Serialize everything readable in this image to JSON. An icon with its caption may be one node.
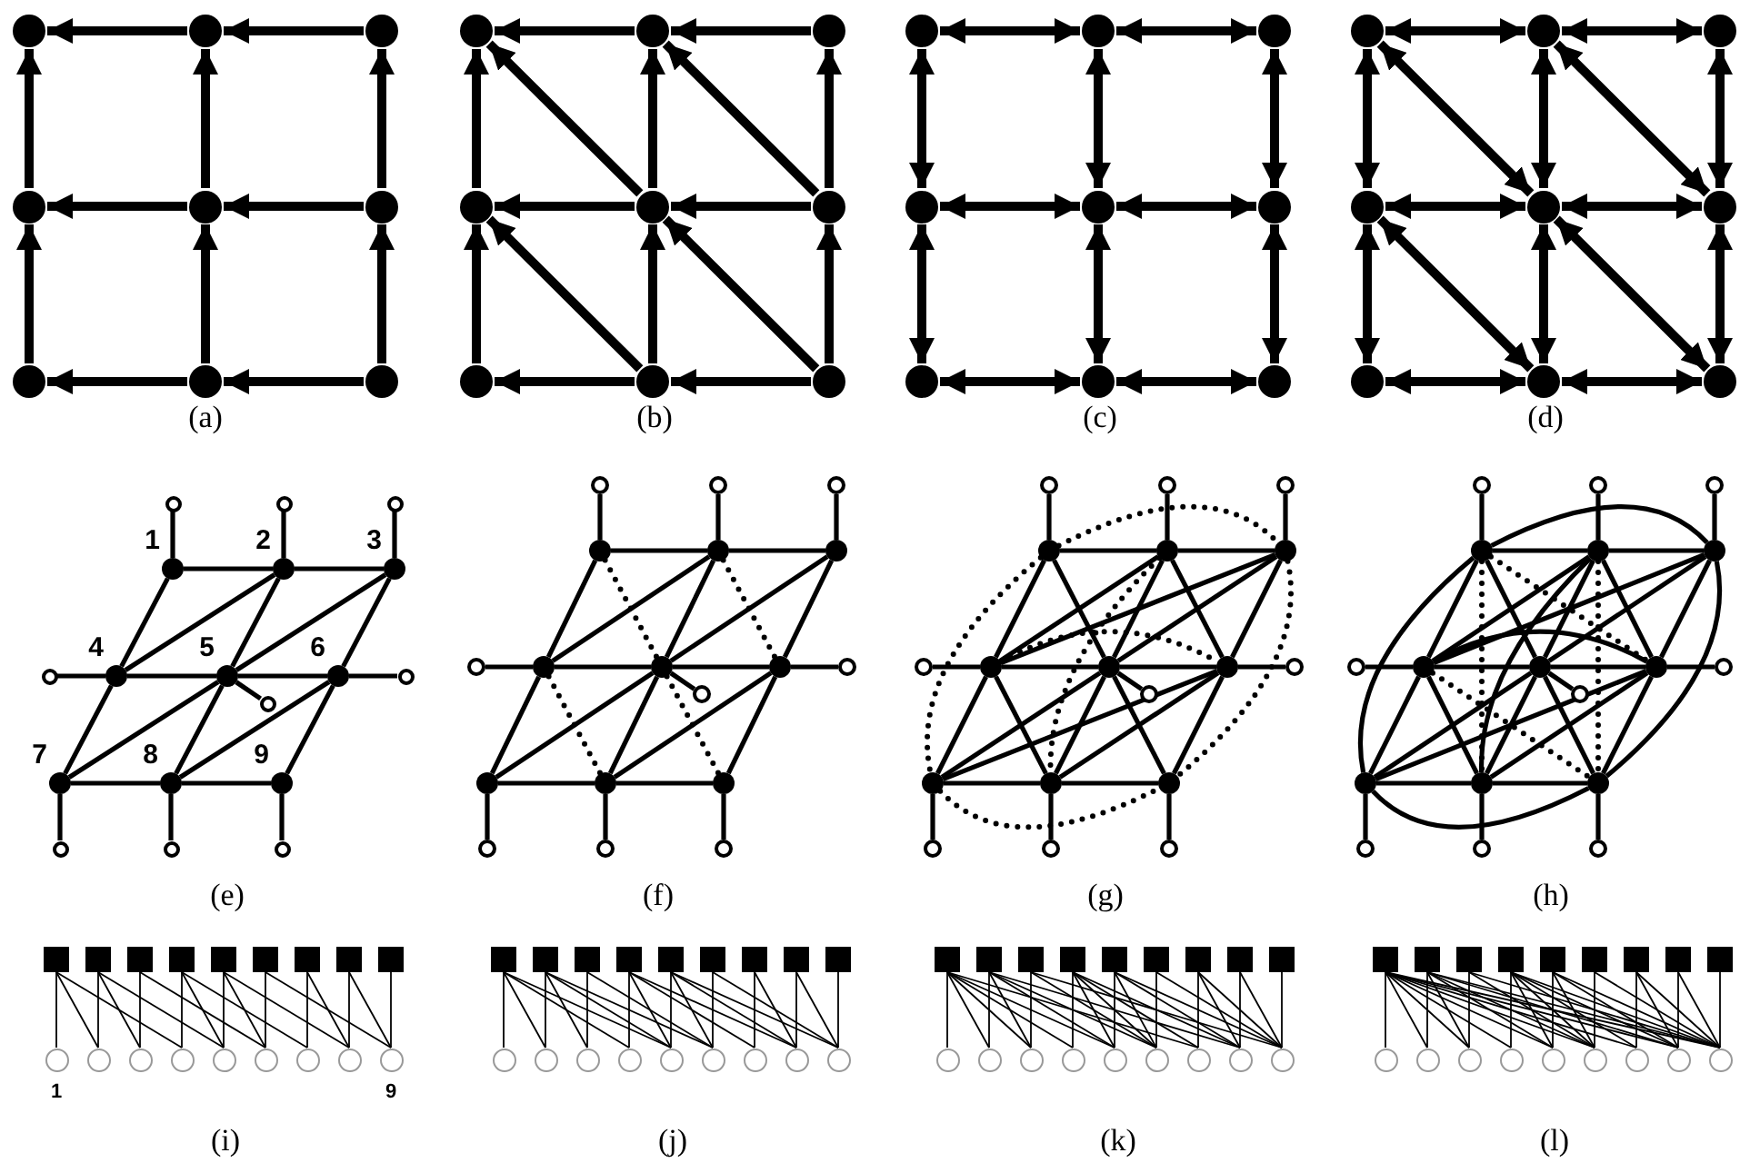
{
  "diagram": {
    "nodes": [
      {
        "text": [],
        "shape": "circle"
      },
      {
        "text": [],
        "shape": "circle"
      },
      {
        "text": [],
        "shape": "circle"
      },
      {
        "text": [],
        "shape": "circle"
      },
      {
        "text": [],
        "shape": "circle"
      },
      {
        "text": [],
        "shape": "circle"
      },
      {
        "text": [],
        "shape": "circle"
      },
      {
        "text": [],
        "shape": "circle"
      },
      {
        "text": [],
        "shape": "circle"
      },
      {
        "text": [],
        "shape": "circle"
      },
      {
        "text": [],
        "shape": "circle"
      },
      {
        "text": [],
        "shape": "circle"
      },
      {
        "text": [],
        "shape": "circle"
      },
      {
        "text": [],
        "shape": "circle"
      },
      {
        "text": [],
        "shape": "circle"
      },
      {
        "text": [],
        "shape": "circle"
      },
      {
        "text": [],
        "shape": "circle"
      },
      {
        "text": [],
        "shape": "circle"
      },
      {
        "text": [],
        "shape": "circle"
      },
      {
        "text": [],
        "shape": "circle"
      },
      {
        "text": [],
        "shape": "circle"
      },
      {
        "text": [],
        "shape": "circle"
      },
      {
        "text": [],
        "shape": "circle"
      },
      {
        "text": [],
        "shape": "circle"
      },
      {
        "text": [],
        "shape": "circle"
      },
      {
        "text": [],
        "shape": "circle"
      },
      {
        "text": [],
        "shape": "circle"
      },
      {
        "text": [],
        "shape": "circle"
      },
      {
        "text": [],
        "shape": "circle"
      },
      {
        "text": [],
        "shape": "circle"
      },
      {
        "text": [],
        "shape": "circle"
      },
      {
        "text": [],
        "shape": "circle"
      },
      {
        "text": [],
        "shape": "circle"
      },
      {
        "text": [],
        "shape": "circle"
      },
      {
        "text": [],
        "shape": "circle"
      },
      {
        "text": [],
        "shape": "circle"
      },
      {
        "text": [],
        "shape": "circle",
        "beside": [
          "1"
        ]
      },
      {
        "text": [],
        "shape": "circle",
        "beside": [
          "2"
        ]
      },
      {
        "text": [],
        "shape": "circle",
        "beside": [
          "3"
        ]
      },
      {
        "text": [],
        "shape": "circle",
        "beside": [
          "4"
        ]
      },
      {
        "text": [],
        "shape": "circle",
        "beside": [
          "5"
        ]
      },
      {
        "text": [],
        "shape": "circle",
        "beside": [
          "6"
        ]
      },
      {
        "text": [],
        "shape": "circle",
        "beside": [
          "7"
        ]
      },
      {
        "text": [],
        "shape": "circle",
        "beside": [
          "8"
        ]
      },
      {
        "text": [],
        "shape": "circle",
        "beside": [
          "9"
        ]
      },
      {
        "text": [],
        "shape": "circle"
      },
      {
        "text": [],
        "shape": "circle"
      },
      {
        "text": [],
        "shape": "circle"
      },
      {
        "text": [],
        "shape": "circle"
      },
      {
        "text": [],
        "shape": "circle"
      },
      {
        "text": [],
        "shape": "circle"
      },
      {
        "text": [],
        "shape": "circle"
      },
      {
        "text": [],
        "shape": "circle"
      },
      {
        "text": [],
        "shape": "circle"
      },
      {
        "text": [],
        "shape": "circle"
      },
      {
        "text": [],
        "shape": "circle"
      },
      {
        "text": [],
        "shape": "circle"
      },
      {
        "text": [],
        "shape": "circle"
      },
      {
        "text": [],
        "shape": "circle"
      },
      {
        "text": [],
        "shape": "circle"
      },
      {
        "text": [],
        "shape": "circle"
      },
      {
        "text": [],
        "shape": "circle"
      },
      {
        "text": [],
        "shape": "circle"
      },
      {
        "text": [],
        "shape": "circle"
      },
      {
        "text": [],
        "shape": "circle"
      },
      {
        "text": [],
        "shape": "circle"
      },
      {
        "text": [],
        "shape": "circle"
      },
      {
        "text": [],
        "shape": "circle"
      },
      {
        "text": [],
        "shape": "circle"
      },
      {
        "text": [],
        "shape": "circle"
      },
      {
        "text": [],
        "shape": "circle"
      },
      {
        "text": [],
        "shape": "circle"
      },
      {
        "text": [],
        "shape": "circle"
      },
      {
        "text": [],
        "shape": "circle"
      },
      {
        "text": [],
        "shape": "circle"
      },
      {
        "text": [],
        "shape": "circle"
      },
      {
        "text": [],
        "shape": "circle"
      },
      {
        "text": [],
        "shape": "circle"
      },
      {
        "text": [],
        "shape": "circle"
      },
      {
        "text": [],
        "shape": "circle"
      },
      {
        "text": [],
        "shape": "circle"
      },
      {
        "text": [],
        "shape": "circle"
      },
      {
        "text": [],
        "shape": "circle"
      },
      {
        "text": [],
        "shape": "circle"
      },
      {
        "text": [],
        "shape": "circle"
      },
      {
        "text": [],
        "shape": "circle"
      },
      {
        "text": [],
        "shape": "circle"
      },
      {
        "text": [],
        "shape": "circle"
      },
      {
        "text": [],
        "shape": "circle"
      },
      {
        "text": [],
        "shape": "circle"
      },
      {
        "text": [],
        "shape": "circle"
      },
      {
        "text": [],
        "shape": "circle"
      },
      {
        "text": [],
        "shape": "circle"
      },
      {
        "text": [],
        "shape": "circle"
      },
      {
        "text": [],
        "shape": "circle"
      },
      {
        "text": [],
        "shape": "circle"
      },
      {
        "text": [],
        "shape": "circle"
      },
      {
        "text": [],
        "shape": "circle"
      },
      {
        "text": [],
        "shape": "circle"
      },
      {
        "text": [],
        "shape": "circle"
      },
      {
        "text": [],
        "shape": "circle"
      },
      {
        "text": [],
        "shape": "circle"
      },
      {
        "text": [],
        "shape": "circle"
      },
      {
        "text": [],
        "shape": "circle"
      },
      {
        "text": [],
        "shape": "circle"
      },
      {
        "text": [],
        "shape": "circle"
      },
      {
        "text": [],
        "shape": "circle"
      },
      {
        "text": [],
        "shape": "circle"
      },
      {
        "text": [],
        "shape": "box"
      },
      {
        "text": [],
        "shape": "box"
      },
      {
        "text": [],
        "shape": "box"
      },
      {
        "text": [],
        "shape": "box"
      },
      {
        "text": [],
        "shape": "box"
      },
      {
        "text": [],
        "shape": "box"
      },
      {
        "text": [],
        "shape": "box"
      },
      {
        "text": [],
        "shape": "box"
      },
      {
        "text": [],
        "shape": "box"
      },
      {
        "text": [],
        "shape": "circle",
        "beside": [
          "1"
        ]
      },
      {
        "text": [],
        "shape": "circle"
      },
      {
        "text": [],
        "shape": "circle"
      },
      {
        "text": [],
        "shape": "circle"
      },
      {
        "text": [],
        "shape": "circle"
      },
      {
        "text": [],
        "shape": "circle"
      },
      {
        "text": [],
        "shape": "circle"
      },
      {
        "text": [],
        "shape": "circle"
      },
      {
        "text": [],
        "shape": "circle",
        "beside": [
          "9"
        ]
      },
      {
        "text": [],
        "shape": "box"
      },
      {
        "text": [],
        "shape": "box"
      },
      {
        "text": [],
        "shape": "box"
      },
      {
        "text": [],
        "shape": "box"
      },
      {
        "text": [],
        "shape": "box"
      },
      {
        "text": [],
        "shape": "box"
      },
      {
        "text": [],
        "shape": "box"
      },
      {
        "text": [],
        "shape": "box"
      },
      {
        "text": [],
        "shape": "box"
      },
      {
        "text": [],
        "shape": "circle"
      },
      {
        "text": [],
        "shape": "circle"
      },
      {
        "text": [],
        "shape": "circle"
      },
      {
        "text": [],
        "shape": "circle"
      },
      {
        "text": [],
        "shape": "circle"
      },
      {
        "text": [],
        "shape": "circle"
      },
      {
        "text": [],
        "shape": "circle"
      },
      {
        "text": [],
        "shape": "circle"
      },
      {
        "text": [],
        "shape": "circle"
      },
      {
        "text": [],
        "shape": "box"
      },
      {
        "text": [],
        "shape": "box"
      },
      {
        "text": [],
        "shape": "box"
      },
      {
        "text": [],
        "shape": "box"
      },
      {
        "text": [],
        "shape": "box"
      },
      {
        "text": [],
        "shape": "box"
      },
      {
        "text": [],
        "shape": "box"
      },
      {
        "text": [],
        "shape": "box"
      },
      {
        "text": [],
        "shape": "box"
      },
      {
        "text": [],
        "shape": "circle"
      },
      {
        "text": [],
        "shape": "circle"
      },
      {
        "text": [],
        "shape": "circle"
      },
      {
        "text": [],
        "shape": "circle"
      },
      {
        "text": [],
        "shape": "circle"
      },
      {
        "text": [],
        "shape": "circle"
      },
      {
        "text": [],
        "shape": "circle"
      },
      {
        "text": [],
        "shape": "circle"
      },
      {
        "text": [],
        "shape": "circle"
      },
      {
        "text": [],
        "shape": "box"
      },
      {
        "text": [],
        "shape": "box"
      },
      {
        "text": [],
        "shape": "box"
      },
      {
        "text": [],
        "shape": "box"
      },
      {
        "text": [],
        "shape": "box"
      },
      {
        "text": [],
        "shape": "box"
      },
      {
        "text": [],
        "shape": "box"
      },
      {
        "text": [],
        "shape": "box"
      },
      {
        "text": [],
        "shape": "box"
      },
      {
        "text": [],
        "shape": "circle"
      },
      {
        "text": [],
        "shape": "circle"
      },
      {
        "text": [],
        "shape": "circle"
      },
      {
        "text": [],
        "shape": "circle"
      },
      {
        "text": [],
        "shape": "circle"
      },
      {
        "text": [],
        "shape": "circle"
      },
      {
        "text": [],
        "shape": "circle"
      },
      {
        "text": [],
        "shape": "circle"
      },
      {
        "text": [],
        "shape": "circle"
      }
    ],
    "edges": [
      {
        "from": 1,
        "to": 0,
        "arrow": "to",
        "style": "thick"
      },
      {
        "from": 2,
        "to": 1,
        "arrow": "to",
        "style": "thick"
      },
      {
        "from": 4,
        "to": 3,
        "arrow": "to",
        "style": "thick"
      },
      {
        "from": 5,
        "to": 4,
        "arrow": "to",
        "style": "thick"
      },
      {
        "from": 7,
        "to": 6,
        "arrow": "to",
        "style": "thick"
      },
      {
        "from": 8,
        "to": 7,
        "arrow": "to",
        "style": "thick"
      },
      {
        "from": 3,
        "to": 0,
        "arrow": "to",
        "style": "thick"
      },
      {
        "from": 6,
        "to": 3,
        "arrow": "to",
        "style": "thick"
      },
      {
        "from": 4,
        "to": 1,
        "arrow": "to",
        "style": "thick"
      },
      {
        "from": 7,
        "to": 4,
        "arrow": "to",
        "style": "thick"
      },
      {
        "from": 5,
        "to": 2,
        "arrow": "to",
        "style": "thick"
      },
      {
        "from": 8,
        "to": 5,
        "arrow": "to",
        "style": "thick"
      },
      {
        "from": 10,
        "to": 9,
        "arrow": "to",
        "style": "thick"
      },
      {
        "from": 11,
        "to": 10,
        "arrow": "to",
        "style": "thick"
      },
      {
        "from": 13,
        "to": 12,
        "arrow": "to",
        "style": "thick"
      },
      {
        "from": 14,
        "to": 13,
        "arrow": "to",
        "style": "thick"
      },
      {
        "from": 16,
        "to": 15,
        "arrow": "to",
        "style": "thick"
      },
      {
        "from": 17,
        "to": 16,
        "arrow": "to",
        "style": "thick"
      },
      {
        "from": 12,
        "to": 9,
        "arrow": "to",
        "style": "thick"
      },
      {
        "from": 15,
        "to": 12,
        "arrow": "to",
        "style": "thick"
      },
      {
        "from": 13,
        "to": 10,
        "arrow": "to",
        "style": "thick"
      },
      {
        "from": 16,
        "to": 13,
        "arrow": "to",
        "style": "thick"
      },
      {
        "from": 14,
        "to": 11,
        "arrow": "to",
        "style": "thick"
      },
      {
        "from": 17,
        "to": 14,
        "arrow": "to",
        "style": "thick"
      },
      {
        "from": 13,
        "to": 9,
        "arrow": "to",
        "style": "thick"
      },
      {
        "from": 14,
        "to": 10,
        "arrow": "to",
        "style": "thick"
      },
      {
        "from": 16,
        "to": 12,
        "arrow": "to",
        "style": "thick"
      },
      {
        "from": 17,
        "to": 13,
        "arrow": "to",
        "style": "thick"
      },
      {
        "from": 18,
        "to": 19,
        "arrow": "both",
        "style": "thick"
      },
      {
        "from": 19,
        "to": 20,
        "arrow": "both",
        "style": "thick"
      },
      {
        "from": 21,
        "to": 22,
        "arrow": "both",
        "style": "thick"
      },
      {
        "from": 22,
        "to": 23,
        "arrow": "both",
        "style": "thick"
      },
      {
        "from": 24,
        "to": 25,
        "arrow": "both",
        "style": "thick"
      },
      {
        "from": 25,
        "to": 26,
        "arrow": "both",
        "style": "thick"
      },
      {
        "from": 18,
        "to": 21,
        "arrow": "both",
        "style": "thick"
      },
      {
        "from": 21,
        "to": 24,
        "arrow": "both",
        "style": "thick"
      },
      {
        "from": 19,
        "to": 22,
        "arrow": "both",
        "style": "thick"
      },
      {
        "from": 22,
        "to": 25,
        "arrow": "both",
        "style": "thick"
      },
      {
        "from": 20,
        "to": 23,
        "arrow": "both",
        "style": "thick"
      },
      {
        "from": 23,
        "to": 26,
        "arrow": "both",
        "style": "thick"
      },
      {
        "from": 27,
        "to": 28,
        "arrow": "both",
        "style": "thick"
      },
      {
        "from": 28,
        "to": 29,
        "arrow": "both",
        "style": "thick"
      },
      {
        "from": 30,
        "to": 31,
        "arrow": "both",
        "style": "thick"
      },
      {
        "from": 31,
        "to": 32,
        "arrow": "both",
        "style": "thick"
      },
      {
        "from": 33,
        "to": 34,
        "arrow": "both",
        "style": "thick"
      },
      {
        "from": 34,
        "to": 35,
        "arrow": "both",
        "style": "thick"
      },
      {
        "from": 27,
        "to": 30,
        "arrow": "both",
        "style": "thick"
      },
      {
        "from": 30,
        "to": 33,
        "arrow": "both",
        "style": "thick"
      },
      {
        "from": 28,
        "to": 31,
        "arrow": "both",
        "style": "thick"
      },
      {
        "from": 31,
        "to": 34,
        "arrow": "both",
        "style": "thick"
      },
      {
        "from": 29,
        "to": 32,
        "arrow": "both",
        "style": "thick"
      },
      {
        "from": 32,
        "to": 35,
        "arrow": "both",
        "style": "thick"
      },
      {
        "from": 27,
        "to": 31,
        "arrow": "both",
        "style": "thick"
      },
      {
        "from": 28,
        "to": 32,
        "arrow": "both",
        "style": "thick"
      },
      {
        "from": 30,
        "to": 34,
        "arrow": "both",
        "style": "thick"
      },
      {
        "from": 31,
        "to": 35,
        "arrow": "both",
        "style": "thick"
      },
      {
        "from": 36,
        "to": 37,
        "arrow": "none"
      },
      {
        "from": 37,
        "to": 38,
        "arrow": "none"
      },
      {
        "from": 39,
        "to": 40,
        "arrow": "none"
      },
      {
        "from": 40,
        "to": 41,
        "arrow": "none"
      },
      {
        "from": 42,
        "to": 43,
        "arrow": "none"
      },
      {
        "from": 43,
        "to": 44,
        "arrow": "none"
      },
      {
        "from": 36,
        "to": 39,
        "arrow": "none"
      },
      {
        "from": 39,
        "to": 42,
        "arrow": "none"
      },
      {
        "from": 37,
        "to": 40,
        "arrow": "none"
      },
      {
        "from": 40,
        "to": 43,
        "arrow": "none"
      },
      {
        "from": 38,
        "to": 41,
        "arrow": "none"
      },
      {
        "from": 41,
        "to": 44,
        "arrow": "none"
      },
      {
        "from": 37,
        "to": 39,
        "arrow": "none"
      },
      {
        "from": 38,
        "to": 40,
        "arrow": "none"
      },
      {
        "from": 40,
        "to": 42,
        "arrow": "none"
      },
      {
        "from": 41,
        "to": 43,
        "arrow": "none"
      },
      {
        "from": 36,
        "to": 45,
        "arrow": "none"
      },
      {
        "from": 37,
        "to": 46,
        "arrow": "none"
      },
      {
        "from": 38,
        "to": 47,
        "arrow": "none"
      },
      {
        "from": 39,
        "to": 48,
        "arrow": "none"
      },
      {
        "from": 40,
        "to": 49,
        "arrow": "none"
      },
      {
        "from": 41,
        "to": 50,
        "arrow": "none"
      },
      {
        "from": 42,
        "to": 51,
        "arrow": "none"
      },
      {
        "from": 43,
        "to": 52,
        "arrow": "none"
      },
      {
        "from": 44,
        "to": 53,
        "arrow": "none"
      },
      {
        "from": 54,
        "to": 55,
        "arrow": "none"
      },
      {
        "from": 55,
        "to": 56,
        "arrow": "none"
      },
      {
        "from": 57,
        "to": 58,
        "arrow": "none"
      },
      {
        "from": 58,
        "to": 59,
        "arrow": "none"
      },
      {
        "from": 60,
        "to": 61,
        "arrow": "none"
      },
      {
        "from": 61,
        "to": 62,
        "arrow": "none"
      },
      {
        "from": 54,
        "to": 57,
        "arrow": "none"
      },
      {
        "from": 57,
        "to": 60,
        "arrow": "none"
      },
      {
        "from": 55,
        "to": 58,
        "arrow": "none"
      },
      {
        "from": 58,
        "to": 61,
        "arrow": "none"
      },
      {
        "from": 56,
        "to": 59,
        "arrow": "none"
      },
      {
        "from": 59,
        "to": 62,
        "arrow": "none"
      },
      {
        "from": 55,
        "to": 57,
        "arrow": "none"
      },
      {
        "from": 56,
        "to": 58,
        "arrow": "none"
      },
      {
        "from": 58,
        "to": 60,
        "arrow": "none"
      },
      {
        "from": 59,
        "to": 61,
        "arrow": "none"
      },
      {
        "from": 54,
        "to": 58,
        "arrow": "none",
        "style": "dashed"
      },
      {
        "from": 55,
        "to": 59,
        "arrow": "none",
        "style": "dashed"
      },
      {
        "from": 57,
        "to": 61,
        "arrow": "none",
        "style": "dashed"
      },
      {
        "from": 58,
        "to": 62,
        "arrow": "none",
        "style": "dashed"
      },
      {
        "from": 54,
        "to": 63,
        "arrow": "none"
      },
      {
        "from": 55,
        "to": 64,
        "arrow": "none"
      },
      {
        "from": 56,
        "to": 65,
        "arrow": "none"
      },
      {
        "from": 57,
        "to": 66,
        "arrow": "none"
      },
      {
        "from": 58,
        "to": 67,
        "arrow": "none"
      },
      {
        "from": 59,
        "to": 68,
        "arrow": "none"
      },
      {
        "from": 60,
        "to": 69,
        "arrow": "none"
      },
      {
        "from": 61,
        "to": 70,
        "arrow": "none"
      },
      {
        "from": 62,
        "to": 71,
        "arrow": "none"
      },
      {
        "from": 72,
        "to": 73,
        "arrow": "none"
      },
      {
        "from": 73,
        "to": 74,
        "arrow": "none"
      },
      {
        "from": 75,
        "to": 76,
        "arrow": "none"
      },
      {
        "from": 76,
        "to": 77,
        "arrow": "none"
      },
      {
        "from": 78,
        "to": 79,
        "arrow": "none"
      },
      {
        "from": 79,
        "to": 80,
        "arrow": "none"
      },
      {
        "from": 72,
        "to": 75,
        "arrow": "none"
      },
      {
        "from": 75,
        "to": 78,
        "arrow": "none"
      },
      {
        "from": 73,
        "to": 76,
        "arrow": "none"
      },
      {
        "from": 76,
        "to": 79,
        "arrow": "none"
      },
      {
        "from": 74,
        "to": 77,
        "arrow": "none"
      },
      {
        "from": 77,
        "to": 80,
        "arrow": "none"
      },
      {
        "from": 73,
        "to": 75,
        "arrow": "none"
      },
      {
        "from": 74,
        "to": 76,
        "arrow": "none"
      },
      {
        "from": 76,
        "to": 78,
        "arrow": "none"
      },
      {
        "from": 77,
        "to": 79,
        "arrow": "none"
      },
      {
        "from": 72,
        "to": 76,
        "arrow": "none"
      },
      {
        "from": 73,
        "to": 77,
        "arrow": "none"
      },
      {
        "from": 75,
        "to": 79,
        "arrow": "none"
      },
      {
        "from": 76,
        "to": 80,
        "arrow": "none"
      },
      {
        "from": 74,
        "to": 75,
        "arrow": "none"
      },
      {
        "from": 77,
        "to": 78,
        "arrow": "none"
      },
      {
        "from": 72,
        "to": 74,
        "arrow": "none",
        "style": "dashed"
      },
      {
        "from": 78,
        "to": 80,
        "arrow": "none",
        "style": "dashed"
      },
      {
        "from": 72,
        "to": 78,
        "arrow": "none",
        "style": "dashed"
      },
      {
        "from": 74,
        "to": 80,
        "arrow": "none",
        "style": "dashed"
      },
      {
        "from": 73,
        "to": 79,
        "arrow": "none",
        "style": "dashed"
      },
      {
        "from": 75,
        "to": 77,
        "arrow": "none",
        "style": "dashed"
      },
      {
        "from": 72,
        "to": 81,
        "arrow": "none"
      },
      {
        "from": 73,
        "to": 82,
        "arrow": "none"
      },
      {
        "from": 74,
        "to": 83,
        "arrow": "none"
      },
      {
        "from": 75,
        "to": 84,
        "arrow": "none"
      },
      {
        "from": 76,
        "to": 85,
        "arrow": "none"
      },
      {
        "from": 77,
        "to": 86,
        "arrow": "none"
      },
      {
        "from": 78,
        "to": 87,
        "arrow": "none"
      },
      {
        "from": 79,
        "to": 88,
        "arrow": "none"
      },
      {
        "from": 80,
        "to": 89,
        "arrow": "none"
      },
      {
        "from": 90,
        "to": 91,
        "arrow": "none"
      },
      {
        "from": 91,
        "to": 92,
        "arrow": "none"
      },
      {
        "from": 93,
        "to": 94,
        "arrow": "none"
      },
      {
        "from": 94,
        "to": 95,
        "arrow": "none"
      },
      {
        "from": 96,
        "to": 97,
        "arrow": "none"
      },
      {
        "from": 97,
        "to": 98,
        "arrow": "none"
      },
      {
        "from": 90,
        "to": 93,
        "arrow": "none"
      },
      {
        "from": 93,
        "to": 96,
        "arrow": "none"
      },
      {
        "from": 91,
        "to": 94,
        "arrow": "none"
      },
      {
        "from": 94,
        "to": 97,
        "arrow": "none"
      },
      {
        "from": 92,
        "to": 95,
        "arrow": "none"
      },
      {
        "from": 95,
        "to": 98,
        "arrow": "none"
      },
      {
        "from": 91,
        "to": 93,
        "arrow": "none"
      },
      {
        "from": 92,
        "to": 94,
        "arrow": "none"
      },
      {
        "from": 94,
        "to": 96,
        "arrow": "none"
      },
      {
        "from": 95,
        "to": 97,
        "arrow": "none"
      },
      {
        "from": 90,
        "to": 94,
        "arrow": "none"
      },
      {
        "from": 91,
        "to": 95,
        "arrow": "none"
      },
      {
        "from": 93,
        "to": 97,
        "arrow": "none"
      },
      {
        "from": 94,
        "to": 98,
        "arrow": "none"
      },
      {
        "from": 92,
        "to": 93,
        "arrow": "none"
      },
      {
        "from": 95,
        "to": 96,
        "arrow": "none"
      },
      {
        "from": 90,
        "to": 92,
        "arrow": "none"
      },
      {
        "from": 96,
        "to": 98,
        "arrow": "none"
      },
      {
        "from": 90,
        "to": 96,
        "arrow": "none"
      },
      {
        "from": 92,
        "to": 98,
        "arrow": "none"
      },
      {
        "from": 91,
        "to": 97,
        "arrow": "none"
      },
      {
        "from": 93,
        "to": 95,
        "arrow": "none"
      },
      {
        "from": 90,
        "to": 97,
        "arrow": "none",
        "style": "dashed"
      },
      {
        "from": 91,
        "to": 98,
        "arrow": "none",
        "style": "dashed"
      },
      {
        "from": 90,
        "to": 95,
        "arrow": "none",
        "style": "dashed"
      },
      {
        "from": 93,
        "to": 98,
        "arrow": "none",
        "style": "dashed"
      },
      {
        "from": 90,
        "to": 99,
        "arrow": "none"
      },
      {
        "from": 91,
        "to": 100,
        "arrow": "none"
      },
      {
        "from": 92,
        "to": 101,
        "arrow": "none"
      },
      {
        "from": 93,
        "to": 102,
        "arrow": "none"
      },
      {
        "from": 94,
        "to": 103,
        "arrow": "none"
      },
      {
        "from": 95,
        "to": 104,
        "arrow": "none"
      },
      {
        "from": 96,
        "to": 105,
        "arrow": "none"
      },
      {
        "from": 97,
        "to": 106,
        "arrow": "none"
      },
      {
        "from": 98,
        "to": 107,
        "arrow": "none"
      },
      {
        "from": 108,
        "to": 117,
        "arrow": "none"
      },
      {
        "from": 108,
        "to": 118,
        "arrow": "none"
      },
      {
        "from": 108,
        "to": 120,
        "arrow": "none"
      },
      {
        "from": 109,
        "to": 118,
        "arrow": "none"
      },
      {
        "from": 109,
        "to": 119,
        "arrow": "none"
      },
      {
        "from": 109,
        "to": 121,
        "arrow": "none"
      },
      {
        "from": 110,
        "to": 119,
        "arrow": "none"
      },
      {
        "from": 110,
        "to": 122,
        "arrow": "none"
      },
      {
        "from": 111,
        "to": 120,
        "arrow": "none"
      },
      {
        "from": 111,
        "to": 121,
        "arrow": "none"
      },
      {
        "from": 111,
        "to": 123,
        "arrow": "none"
      },
      {
        "from": 112,
        "to": 121,
        "arrow": "none"
      },
      {
        "from": 112,
        "to": 122,
        "arrow": "none"
      },
      {
        "from": 112,
        "to": 124,
        "arrow": "none"
      },
      {
        "from": 113,
        "to": 122,
        "arrow": "none"
      },
      {
        "from": 113,
        "to": 125,
        "arrow": "none"
      },
      {
        "from": 114,
        "to": 123,
        "arrow": "none"
      },
      {
        "from": 114,
        "to": 124,
        "arrow": "none"
      },
      {
        "from": 115,
        "to": 124,
        "arrow": "none"
      },
      {
        "from": 115,
        "to": 125,
        "arrow": "none"
      },
      {
        "from": 116,
        "to": 125,
        "arrow": "none"
      },
      {
        "from": 126,
        "to": 135,
        "arrow": "none"
      },
      {
        "from": 126,
        "to": 136,
        "arrow": "none"
      },
      {
        "from": 126,
        "to": 138,
        "arrow": "none"
      },
      {
        "from": 126,
        "to": 139,
        "arrow": "none"
      },
      {
        "from": 127,
        "to": 136,
        "arrow": "none"
      },
      {
        "from": 127,
        "to": 137,
        "arrow": "none"
      },
      {
        "from": 127,
        "to": 139,
        "arrow": "none"
      },
      {
        "from": 127,
        "to": 140,
        "arrow": "none"
      },
      {
        "from": 128,
        "to": 137,
        "arrow": "none"
      },
      {
        "from": 128,
        "to": 140,
        "arrow": "none"
      },
      {
        "from": 129,
        "to": 138,
        "arrow": "none"
      },
      {
        "from": 129,
        "to": 139,
        "arrow": "none"
      },
      {
        "from": 129,
        "to": 141,
        "arrow": "none"
      },
      {
        "from": 129,
        "to": 142,
        "arrow": "none"
      },
      {
        "from": 130,
        "to": 139,
        "arrow": "none"
      },
      {
        "from": 130,
        "to": 140,
        "arrow": "none"
      },
      {
        "from": 130,
        "to": 142,
        "arrow": "none"
      },
      {
        "from": 130,
        "to": 143,
        "arrow": "none"
      },
      {
        "from": 131,
        "to": 140,
        "arrow": "none"
      },
      {
        "from": 131,
        "to": 143,
        "arrow": "none"
      },
      {
        "from": 132,
        "to": 141,
        "arrow": "none"
      },
      {
        "from": 132,
        "to": 142,
        "arrow": "none"
      },
      {
        "from": 133,
        "to": 142,
        "arrow": "none"
      },
      {
        "from": 133,
        "to": 143,
        "arrow": "none"
      },
      {
        "from": 134,
        "to": 143,
        "arrow": "none"
      },
      {
        "from": 144,
        "to": 153,
        "arrow": "none"
      },
      {
        "from": 144,
        "to": 154,
        "arrow": "none"
      },
      {
        "from": 144,
        "to": 155,
        "arrow": "none"
      },
      {
        "from": 144,
        "to": 156,
        "arrow": "none"
      },
      {
        "from": 144,
        "to": 157,
        "arrow": "none"
      },
      {
        "from": 144,
        "to": 159,
        "arrow": "none"
      },
      {
        "from": 145,
        "to": 154,
        "arrow": "none"
      },
      {
        "from": 145,
        "to": 155,
        "arrow": "none"
      },
      {
        "from": 145,
        "to": 157,
        "arrow": "none"
      },
      {
        "from": 145,
        "to": 158,
        "arrow": "none"
      },
      {
        "from": 145,
        "to": 160,
        "arrow": "none"
      },
      {
        "from": 146,
        "to": 155,
        "arrow": "none"
      },
      {
        "from": 146,
        "to": 158,
        "arrow": "none"
      },
      {
        "from": 146,
        "to": 161,
        "arrow": "none"
      },
      {
        "from": 147,
        "to": 156,
        "arrow": "none"
      },
      {
        "from": 147,
        "to": 157,
        "arrow": "none"
      },
      {
        "from": 147,
        "to": 158,
        "arrow": "none"
      },
      {
        "from": 147,
        "to": 159,
        "arrow": "none"
      },
      {
        "from": 147,
        "to": 160,
        "arrow": "none"
      },
      {
        "from": 148,
        "to": 157,
        "arrow": "none"
      },
      {
        "from": 148,
        "to": 158,
        "arrow": "none"
      },
      {
        "from": 148,
        "to": 160,
        "arrow": "none"
      },
      {
        "from": 148,
        "to": 161,
        "arrow": "none"
      },
      {
        "from": 149,
        "to": 158,
        "arrow": "none"
      },
      {
        "from": 149,
        "to": 161,
        "arrow": "none"
      },
      {
        "from": 150,
        "to": 159,
        "arrow": "none"
      },
      {
        "from": 150,
        "to": 160,
        "arrow": "none"
      },
      {
        "from": 150,
        "to": 161,
        "arrow": "none"
      },
      {
        "from": 151,
        "to": 160,
        "arrow": "none"
      },
      {
        "from": 151,
        "to": 161,
        "arrow": "none"
      },
      {
        "from": 152,
        "to": 161,
        "arrow": "none"
      },
      {
        "from": 162,
        "to": 171,
        "arrow": "none"
      },
      {
        "from": 162,
        "to": 172,
        "arrow": "none"
      },
      {
        "from": 162,
        "to": 173,
        "arrow": "none"
      },
      {
        "from": 162,
        "to": 174,
        "arrow": "none"
      },
      {
        "from": 162,
        "to": 175,
        "arrow": "none"
      },
      {
        "from": 162,
        "to": 176,
        "arrow": "none"
      },
      {
        "from": 162,
        "to": 177,
        "arrow": "none"
      },
      {
        "from": 162,
        "to": 178,
        "arrow": "none"
      },
      {
        "from": 162,
        "to": 179,
        "arrow": "none"
      },
      {
        "from": 163,
        "to": 172,
        "arrow": "none"
      },
      {
        "from": 163,
        "to": 173,
        "arrow": "none"
      },
      {
        "from": 163,
        "to": 175,
        "arrow": "none"
      },
      {
        "from": 163,
        "to": 176,
        "arrow": "none"
      },
      {
        "from": 163,
        "to": 178,
        "arrow": "none"
      },
      {
        "from": 163,
        "to": 179,
        "arrow": "none"
      },
      {
        "from": 164,
        "to": 173,
        "arrow": "none"
      },
      {
        "from": 164,
        "to": 176,
        "arrow": "none"
      },
      {
        "from": 164,
        "to": 179,
        "arrow": "none"
      },
      {
        "from": 165,
        "to": 174,
        "arrow": "none"
      },
      {
        "from": 165,
        "to": 175,
        "arrow": "none"
      },
      {
        "from": 165,
        "to": 176,
        "arrow": "none"
      },
      {
        "from": 165,
        "to": 177,
        "arrow": "none"
      },
      {
        "from": 165,
        "to": 178,
        "arrow": "none"
      },
      {
        "from": 165,
        "to": 179,
        "arrow": "none"
      },
      {
        "from": 166,
        "to": 175,
        "arrow": "none"
      },
      {
        "from": 166,
        "to": 176,
        "arrow": "none"
      },
      {
        "from": 166,
        "to": 178,
        "arrow": "none"
      },
      {
        "from": 166,
        "to": 179,
        "arrow": "none"
      },
      {
        "from": 167,
        "to": 176,
        "arrow": "none"
      },
      {
        "from": 167,
        "to": 179,
        "arrow": "none"
      },
      {
        "from": 168,
        "to": 177,
        "arrow": "none"
      },
      {
        "from": 168,
        "to": 178,
        "arrow": "none"
      },
      {
        "from": 168,
        "to": 179,
        "arrow": "none"
      },
      {
        "from": 169,
        "to": 178,
        "arrow": "none"
      },
      {
        "from": 169,
        "to": 179,
        "arrow": "none"
      },
      {
        "from": 170,
        "to": 179,
        "arrow": "none"
      }
    ],
    "labels": [
      "(a)",
      "(b)",
      "(c)",
      "(d)",
      "(e)",
      "(f)",
      "(g)",
      "(h)",
      "(i)",
      "(j)",
      "(k)",
      "(l)"
    ]
  }
}
